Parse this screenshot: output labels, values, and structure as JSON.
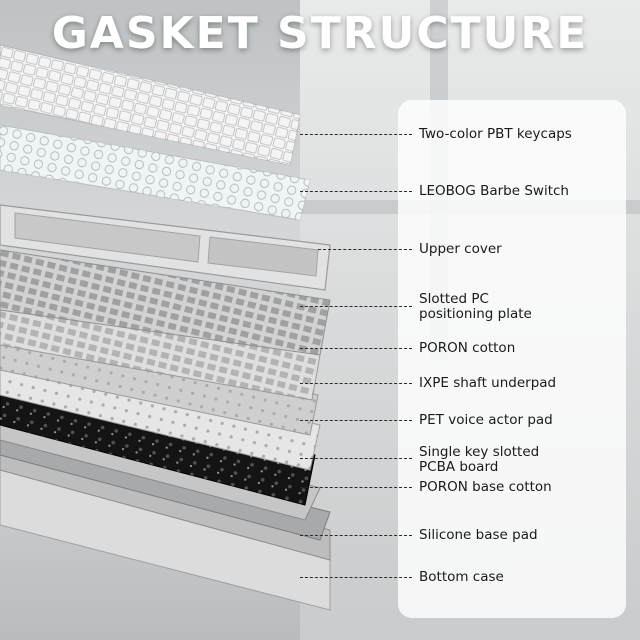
{
  "title": "GASKET STRUCTURE",
  "layers": [
    {
      "id": "keycaps",
      "lines": [
        "Two-color PBT keycaps"
      ]
    },
    {
      "id": "switch",
      "lines": [
        "LEOBOG Barbe Switch"
      ]
    },
    {
      "id": "upper-cover",
      "lines": [
        "Upper cover"
      ]
    },
    {
      "id": "positioning-plate",
      "lines": [
        "Slotted PC",
        "positioning plate"
      ]
    },
    {
      "id": "poron-cotton",
      "lines": [
        "PORON cotton"
      ]
    },
    {
      "id": "ixpe",
      "lines": [
        "IXPE shaft underpad"
      ]
    },
    {
      "id": "pet-pad",
      "lines": [
        "PET voice actor pad"
      ]
    },
    {
      "id": "pcba",
      "lines": [
        "Single key slotted",
        "PCBA board"
      ]
    },
    {
      "id": "poron-base",
      "lines": [
        "PORON base cotton"
      ]
    },
    {
      "id": "silicone-pad",
      "lines": [
        "Silicone base pad"
      ]
    },
    {
      "id": "bottom-case",
      "lines": [
        "Bottom case"
      ]
    }
  ]
}
